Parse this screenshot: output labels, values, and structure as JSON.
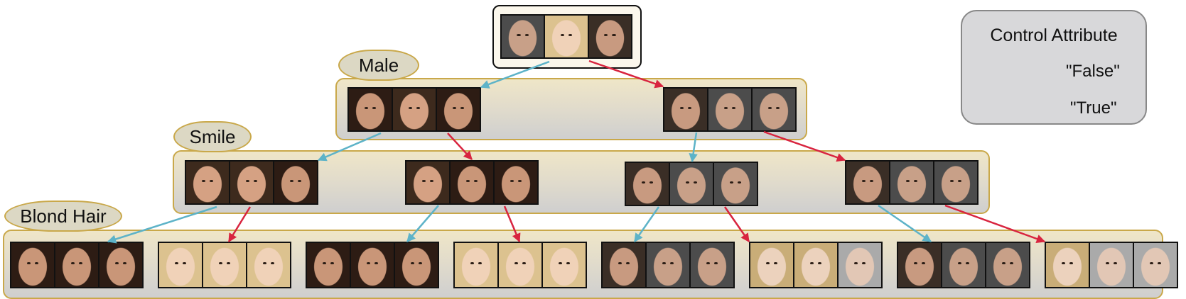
{
  "levels": {
    "male": "Male",
    "smile": "Smile",
    "blond_hair": "Blond Hair"
  },
  "legend": {
    "title": "Control Attribute",
    "false_label": "\"False\"",
    "true_label": "\"True\""
  },
  "colors": {
    "false_arrow": "#5db3c8",
    "true_arrow": "#d8243f",
    "band_border": "#c9a84a"
  }
}
